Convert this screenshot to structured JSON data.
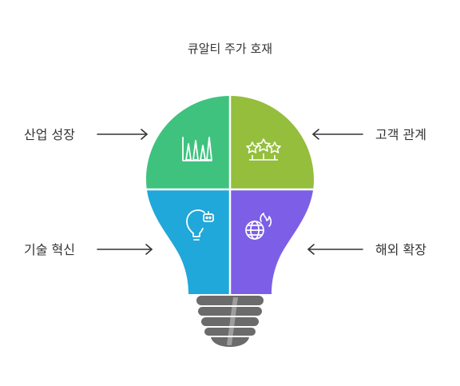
{
  "title": "큐알티 주가 호재",
  "quadrants": {
    "top_left": {
      "label": "산업 성장",
      "icon": "bar-chart-icon",
      "color": "#3fc27e"
    },
    "top_right": {
      "label": "고객 관계",
      "icon": "stars-review-icon",
      "color": "#94be3c"
    },
    "bottom_left": {
      "label": "기술 혁신",
      "icon": "lightbulb-robot-icon",
      "color": "#1fa8d9"
    },
    "bottom_right": {
      "label": "해외 확장",
      "icon": "globe-flame-icon",
      "color": "#7c5fe6"
    }
  },
  "colors": {
    "text": "#333333",
    "arrow": "#333333",
    "bulb_base": "#6b6b6b"
  }
}
